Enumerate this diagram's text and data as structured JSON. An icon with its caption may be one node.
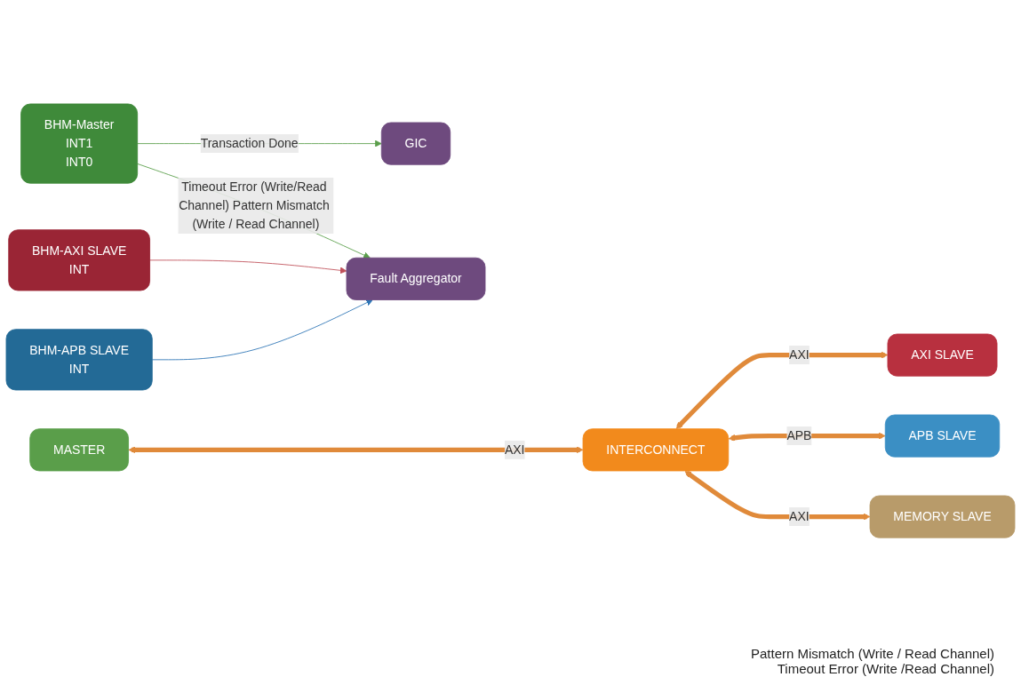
{
  "diagram": {
    "nodes": [
      {
        "text": [
          "MASTER"
        ]
      },
      {
        "text": [
          "BHM-Master",
          "INT1",
          "INT0"
        ]
      },
      {
        "text": [
          "INTERCONNECT"
        ]
      },
      {
        "text": [
          "AXI SLAVE"
        ]
      },
      {
        "text": [
          "BHM-AXI SLAVE",
          "INT"
        ]
      },
      {
        "text": [
          "APB SLAVE"
        ]
      },
      {
        "text": [
          "BHM-APB SLAVE",
          "INT"
        ]
      },
      {
        "text": [
          "MEMORY SLAVE"
        ]
      },
      {
        "text": [
          "GIC"
        ]
      },
      {
        "text": [
          "Fault Aggregator"
        ]
      }
    ],
    "edges": [
      {
        "from": 0,
        "to": 2,
        "label": "AXI",
        "arrow": "both",
        "style": "thick"
      },
      {
        "from": 2,
        "to": 3,
        "label": "AXI",
        "arrow": "both",
        "style": "thick"
      },
      {
        "from": 2,
        "to": 5,
        "label": "APB",
        "arrow": "both",
        "style": "thick"
      },
      {
        "from": 2,
        "to": 7,
        "label": "AXI",
        "arrow": "both",
        "style": "thick"
      },
      {
        "from": 1,
        "to": 8,
        "label": "Transaction Done",
        "arrow": "to",
        "color": "#5a9e4a"
      },
      {
        "from": 1,
        "to": 9,
        "label": "Timeout Error (Write/Read Channel) Pattern Mismatch (Write / Read Channel)",
        "arrow": "to",
        "color": "#5a9e4a"
      },
      {
        "from": 4,
        "to": 9,
        "arrow": "to",
        "color": "#c0505a"
      },
      {
        "from": 6,
        "to": 9,
        "arrow": "to",
        "color": "#2e75b6"
      }
    ],
    "labels": [
      "Pattern Mismatch (Write / Read Channel)",
      "Timeout Error (Write /Read Channel)"
    ]
  }
}
